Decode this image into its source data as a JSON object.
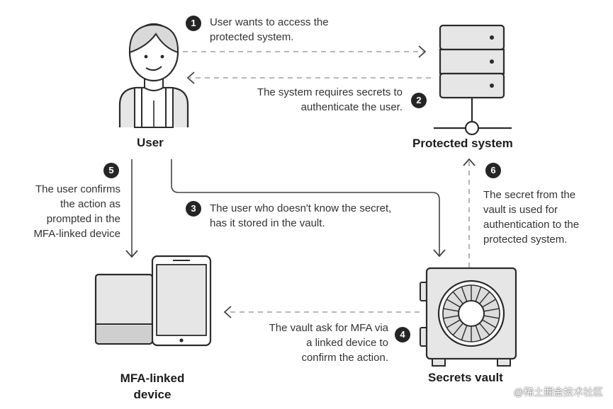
{
  "steps": [
    {
      "number": "1",
      "text": [
        "User wants to access the",
        "protected system."
      ]
    },
    {
      "number": "2",
      "text": [
        "The system requires secrets to",
        "authenticate the user."
      ]
    },
    {
      "number": "3",
      "text": [
        "The user who doesn't know the secret,",
        "has it stored in the vault."
      ]
    },
    {
      "number": "4",
      "text": [
        "The vault ask for MFA via",
        "a linked device to",
        "confirm the action."
      ]
    },
    {
      "number": "5",
      "text": [
        "The user confirms",
        "the action as",
        "prompted in the",
        "MFA-linked device"
      ]
    },
    {
      "number": "6",
      "text": [
        "The secret from the",
        "vault is used for",
        "authentication to the",
        "protected system."
      ]
    }
  ],
  "actors": {
    "user": "User",
    "protected_system": "Protected system",
    "secrets_vault": "Secrets vault",
    "mfa_device": [
      "MFA-linked",
      "device"
    ]
  },
  "icons": {
    "user": "user-icon",
    "server": "server-icon",
    "vault": "vault-icon",
    "devices": "mfa-devices-icon"
  },
  "watermark": "@稀土掘金技术社区",
  "colors": {
    "stroke": "#2b2b2b",
    "fill_light": "#e4e4e4",
    "fill_mid": "#cfcfcf",
    "dashed_arrow": "#9a9a9a",
    "badge": "#252525"
  }
}
